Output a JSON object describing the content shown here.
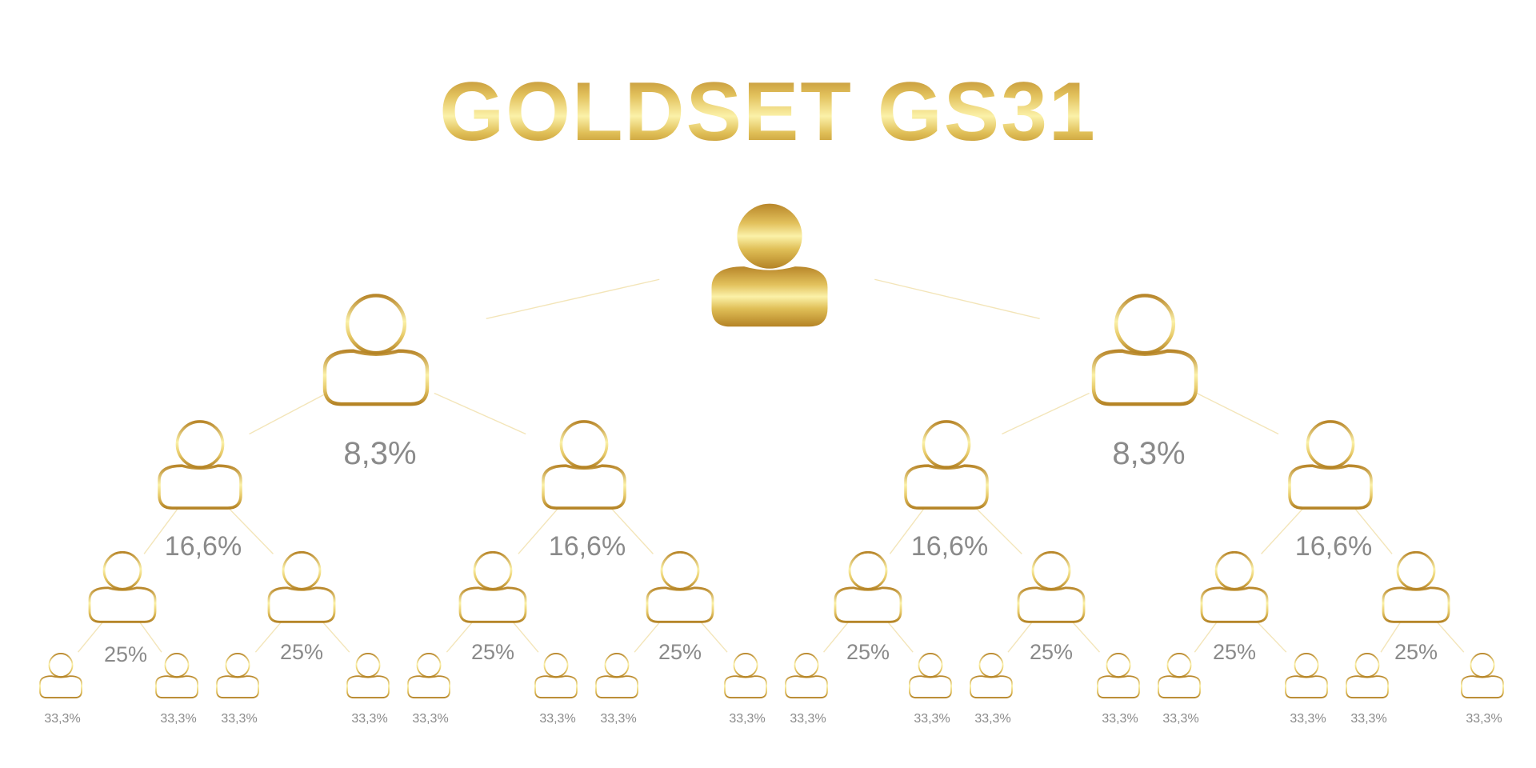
{
  "title": "GOLDSET GS31",
  "colors": {
    "gold_dark": "#b8862a",
    "gold_mid": "#e2c15c",
    "gold_light": "#fbf1a8",
    "percent_text": "#8a8a8a",
    "connector": "#f3e3b3"
  },
  "root": {
    "icon": "person-filled-icon"
  },
  "levels": [
    {
      "label": "8,3%",
      "count": 2,
      "icon": "person-outline-icon"
    },
    {
      "label": "16,6%",
      "count": 4,
      "icon": "person-outline-icon"
    },
    {
      "label": "25%",
      "count": 8,
      "icon": "person-outline-icon"
    },
    {
      "label": "33,3%",
      "count": 16,
      "icon": "person-outline-icon"
    }
  ]
}
